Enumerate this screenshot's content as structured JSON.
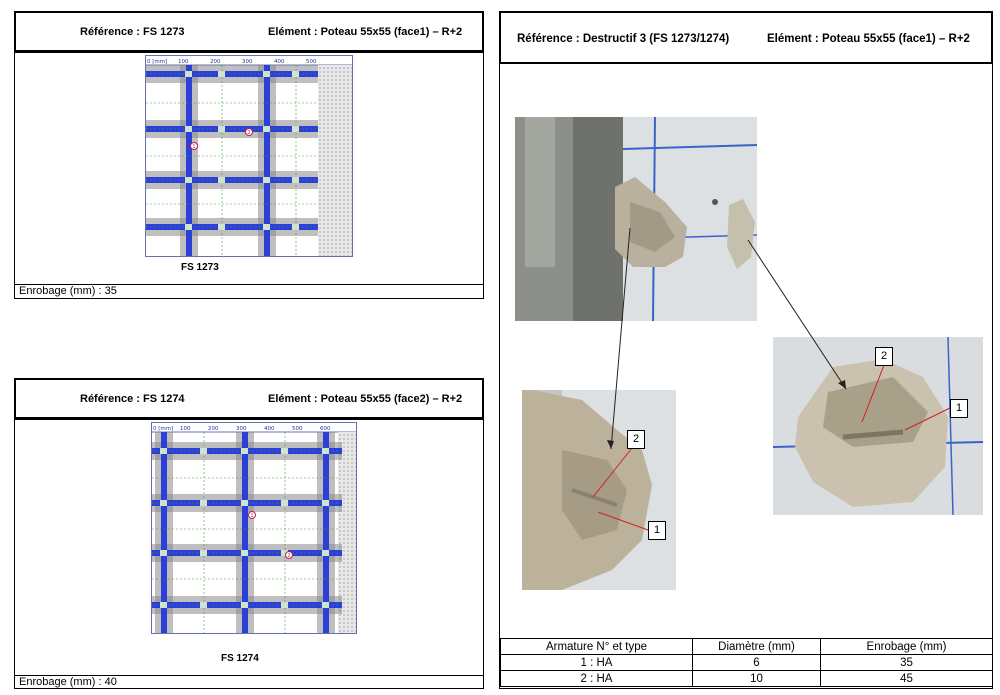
{
  "panels": [
    {
      "reference": "Référence : FS 1273",
      "element": "Elément : Poteau 55x55 (face1) – R+2",
      "caption": "FS 1273",
      "enrobage": "Enrobage (mm) : 35",
      "scan_axis": [
        "0 [mm]",
        "100",
        "200",
        "300",
        "400",
        "500"
      ],
      "markers": [
        "1",
        "2"
      ]
    },
    {
      "reference": "Référence : FS 1274",
      "element": "Elément : Poteau 55x55 (face2) – R+2",
      "caption": "FS 1274",
      "enrobage": "Enrobage (mm) : 40",
      "scan_axis": [
        "0 [mm]",
        "100",
        "200",
        "300",
        "400",
        "500",
        "600"
      ],
      "markers": [
        "1",
        "2"
      ]
    }
  ],
  "right": {
    "reference": "Référence : Destructif 3 (FS 1273/1274)",
    "element": "Elément : Poteau 55x55 (face1) – R+2",
    "callouts": {
      "left_2": "2",
      "left_1": "1",
      "right_2": "2",
      "right_1": "1"
    },
    "table": {
      "headers": [
        "Armature  N° et type",
        "Diamètre (mm)",
        "Enrobage (mm)"
      ],
      "rows": [
        [
          "1 : HA",
          "6",
          "35"
        ],
        [
          "2 : HA",
          "10",
          "45"
        ]
      ]
    }
  },
  "colors": {
    "rebar": "#2c3fd6",
    "concrete": "#b8b09c",
    "tape": "#3a63c9",
    "annotation_line": "#d22020"
  }
}
